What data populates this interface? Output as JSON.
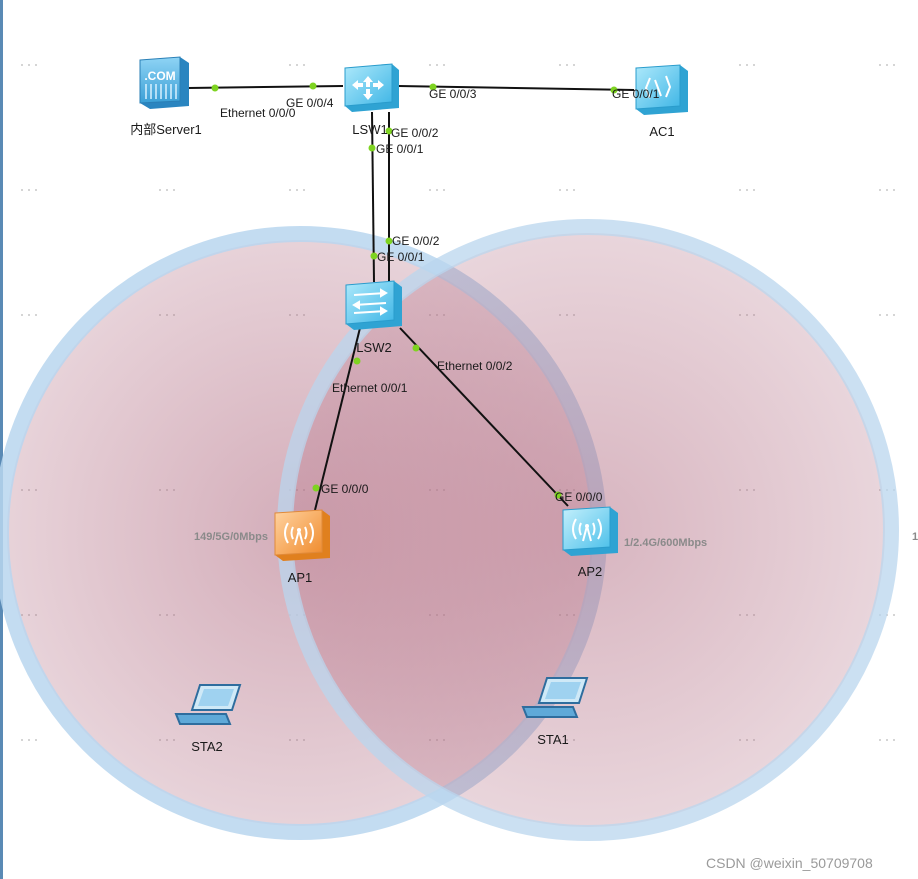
{
  "devices": {
    "server": "内部Server1",
    "lsw1": "LSW1",
    "lsw2": "LSW2",
    "ac": "AC1",
    "ap1": "AP1",
    "ap2": "AP2",
    "sta1": "STA1",
    "sta2": "STA2"
  },
  "ports": {
    "server_eth": "Ethernet 0/0/0",
    "lsw1_ge4": "GE 0/0/4",
    "lsw1_ge3": "GE 0/0/3",
    "ac_ge1": "GE 0/0/1",
    "lsw1_ge2": "GE 0/0/2",
    "lsw1_ge1": "GE 0/0/1",
    "lsw2_ge2": "GE 0/0/2",
    "lsw2_ge1": "GE 0/0/1",
    "lsw2_eth2": "Ethernet 0/0/2",
    "lsw2_eth1": "Ethernet 0/0/1",
    "ap1_ge0": "GE 0/0/0",
    "ap2_ge0": "GE 0/0/0"
  },
  "radio": {
    "ap1": "149/5G/0Mbps",
    "ap2": "1/2.4G/600Mbps",
    "edge": "1"
  },
  "server_icon_text": ".COM",
  "watermark": "CSDN @weixin_50709708",
  "colors": {
    "coverage_ring": "#b9d6ee",
    "coverage_fill": "#b06a80",
    "link": "#111111",
    "port_dot": "#7ed321",
    "ap1_icon": "#f4a14c",
    "switch_icon": "#6dd0f2"
  }
}
